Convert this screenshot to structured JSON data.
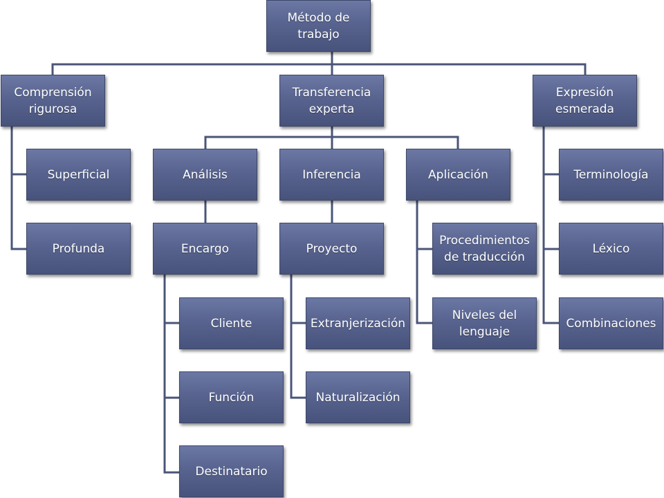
{
  "nodes": {
    "root": "Método de\ntrabajo",
    "comprension": "Comprensión\nrigurosa",
    "transferencia": "Transferencia\nexperta",
    "expresion": "Expresión\nesmerada",
    "superficial": "Superficial",
    "profunda": "Profunda",
    "analisis": "Análisis",
    "inferencia": "Inferencia",
    "aplicacion": "Aplicación",
    "encargo": "Encargo",
    "proyecto": "Proyecto",
    "cliente": "Cliente",
    "funcion": "Función",
    "destinatario": "Destinatario",
    "extranjerizacion": "Extranjerización",
    "naturalizacion": "Naturalización",
    "procedimientos": "Procedimientos\nde traducción",
    "niveles": "Niveles del\nlenguaje",
    "terminologia": "Terminología",
    "lexico": "Léxico",
    "combinaciones": "Combinaciones"
  },
  "colors": {
    "box_fill": "#58648f",
    "box_border": "#3c4668",
    "connector": "#4a5578",
    "text": "#ffffff"
  }
}
